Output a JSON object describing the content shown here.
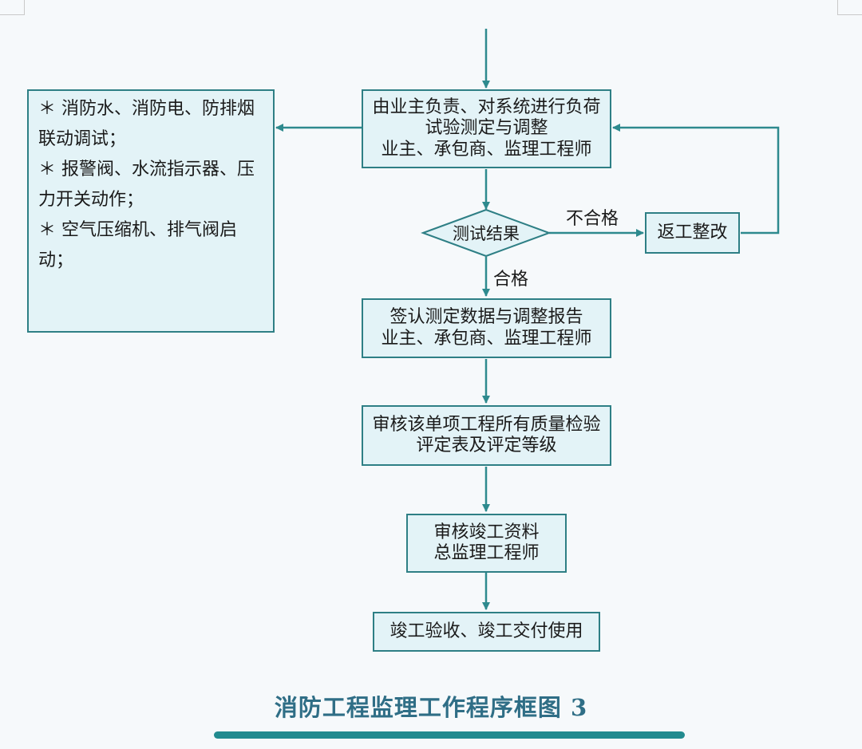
{
  "flowchart": {
    "nodes": {
      "load_test": {
        "lines": [
          "由业主负责、对系统进行负荷",
          "试验测定与调整",
          "业主、承包商、监理工程师"
        ]
      },
      "test_result": {
        "label": "测试结果"
      },
      "rework": {
        "label": "返工整改"
      },
      "sign_report": {
        "lines": [
          "签认测定数据与调整报告",
          "业主、承包商、监理工程师"
        ]
      },
      "review_quality": {
        "lines": [
          "审核该单项工程所有质量检验",
          "评定表及评定等级"
        ]
      },
      "review_docs": {
        "lines": [
          "审核竣工资料",
          "总监理工程师"
        ]
      },
      "acceptance": {
        "label": "竣工验收、竣工交付使用"
      }
    },
    "notes": {
      "lines": [
        "＊ 消防水、消防电、防排烟",
        "联动调试；",
        "＊ 报警阀、水流指示器、压",
        "力开关动作；",
        "＊ 空气压缩机、排气阀启",
        "动；"
      ]
    },
    "edge_labels": {
      "fail": "不合格",
      "pass": "合格"
    }
  },
  "caption": "消防工程监理工作程序框图 3",
  "colors": {
    "box_fill": "#e3f3f7",
    "box_border": "#2e7f85",
    "arrow": "#2e8a8e",
    "caption_text": "#2f6e86",
    "caption_rule": "#228b8f"
  }
}
